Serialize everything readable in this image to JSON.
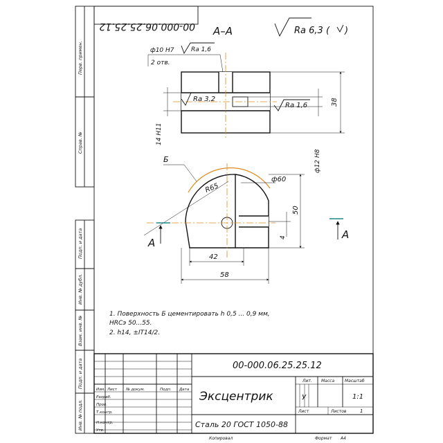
{
  "stamp": {
    "number_rotated": "00-000.06.25.25.12"
  },
  "roughness": {
    "general": "Ra 6,3 (",
    "general_check": ")"
  },
  "section": {
    "title": "А–А",
    "label_a_left": "А",
    "label_a_right": "А",
    "label_b": "Б"
  },
  "top_view": {
    "hole_note": "ф10 Н7",
    "hole_ra": "Ra 1,6",
    "hole_count": "2 отв.",
    "ra_left": "Ra 3,2",
    "ra_right": "Ra 1,6",
    "dim_height": "38",
    "dim_14": "14 Н11",
    "dim_12": "ф12 Н8"
  },
  "bottom_view": {
    "r65": "R65",
    "d60": "ф60",
    "dim_50": "50",
    "dim_4": "4",
    "dim_42": "42",
    "dim_58": "58"
  },
  "notes": [
    "1. Поверхность Б цементировать h 0,5 ... 0,9 мм,",
    "HRCэ 50...55.",
    "2. h14, ±IT14/2."
  ],
  "left_strip": [
    "Перв. примен.",
    "Справ. №",
    "Подп. и дата",
    "Инв. № дубл.",
    "Взам. инв. №",
    "Подп. и дата",
    "Инв. № подл."
  ],
  "title_block": {
    "number": "00-000.06.25.25.12",
    "name": "Эксцентрик",
    "material": "Сталь 20  ГОСТ 1050-88",
    "col_headers": [
      "Изм.",
      "Лист",
      "№ докум.",
      "Подп.",
      "Дата"
    ],
    "rows": [
      "Разраб.",
      "Пров.",
      "Т.контр.",
      "",
      "Н.контр.",
      "Утв."
    ],
    "lit_label": "Лит.",
    "mass_label": "Масса",
    "scale_label": "Масштаб",
    "lit_value": "У",
    "scale_value": "1:1",
    "sheet_label": "Лист",
    "sheets_label": "Листов",
    "sheets_value": "1",
    "copied": "Копировал",
    "format": "Формат",
    "format_value": "А4"
  }
}
